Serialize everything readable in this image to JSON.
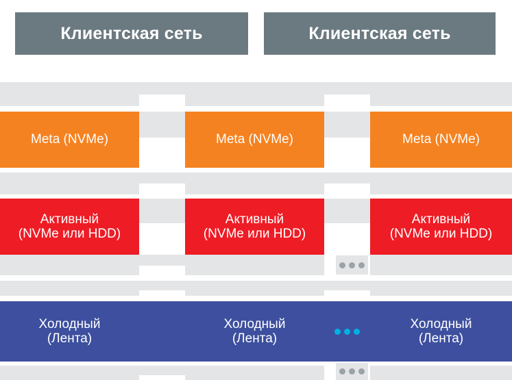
{
  "diagram": {
    "title_boxes": [
      {
        "label": "Клиентская сеть"
      },
      {
        "label": "Клиентская сеть"
      }
    ],
    "tiers": [
      {
        "name": "meta",
        "color": "#f58220",
        "cells": [
          "Meta (NVMe)",
          "Meta (NVMe)",
          "Meta (NVMe)"
        ]
      },
      {
        "name": "active",
        "color": "#ee1c25",
        "cells": [
          "Активный\n(NVMe или HDD)",
          "Активный\n(NVMe или HDD)",
          "Активный\n(NVMe или HDD)"
        ]
      },
      {
        "name": "cold",
        "color": "#3d4f9e",
        "cells": [
          "Холодный\n(Лента)",
          "Холодный\n(Лента)",
          "Холодный\n(Лента)"
        ]
      }
    ],
    "ellipsis": {
      "grey_label": "•••",
      "blue_label": "•••"
    },
    "colors": {
      "client_box": "#6b7a80",
      "interconnect": "#e3e5e7",
      "meta": "#f58220",
      "active": "#ee1c25",
      "cold": "#3d4f9e",
      "dot_blue": "#00b2e3",
      "dot_grey": "#9aa3a8",
      "background": "#ffffff"
    }
  }
}
